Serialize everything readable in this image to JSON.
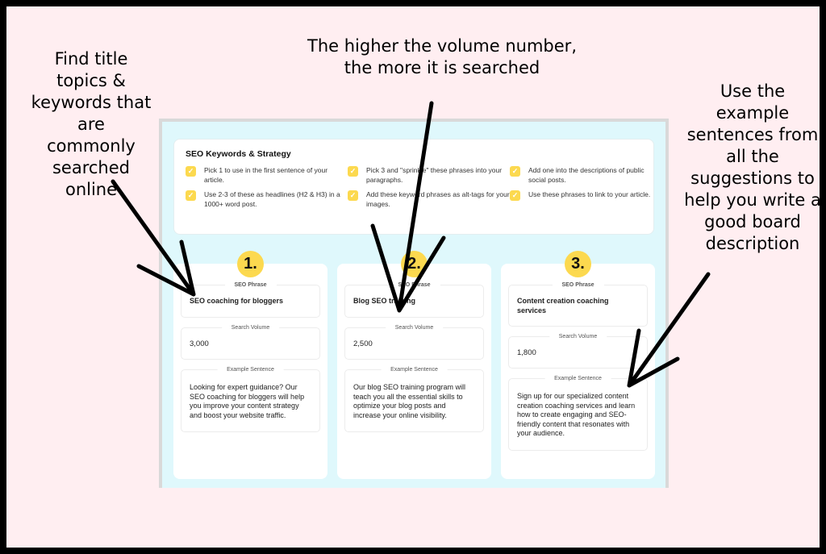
{
  "annotations": {
    "left": "Find title topics & keywords that are commonly searched online",
    "middle": "The higher the volume number, the more it is searched",
    "right": "Use the example sentences from all the suggestions to help you write a good board description"
  },
  "strategy": {
    "title": "SEO Keywords & Strategy",
    "tips": [
      "Pick 1 to use in the first sentence of your article.",
      "Pick 3 and \"sprinkle\" these phrases into your paragraphs.",
      "Add one into the descriptions of public social posts.",
      "Use 2-3 of these as headlines (H2 & H3) in a 1000+ word post.",
      "Add these keyword phrases as alt-tags for your images.",
      "Use these phrases to link to your article."
    ]
  },
  "labels": {
    "phrase": "SEO Phrase",
    "volume": "Search Volume",
    "example": "Example Sentence"
  },
  "keywords": [
    {
      "num": "1.",
      "phrase": "SEO coaching for bloggers",
      "volume": "3,000",
      "example": "Looking for expert guidance? Our SEO coaching for bloggers will help you improve your content strategy and boost your website traffic."
    },
    {
      "num": "2.",
      "phrase": "Blog SEO training",
      "volume": "2,500",
      "example": "Our blog SEO training program will teach you all the essential skills to optimize your blog posts and increase your online visibility."
    },
    {
      "num": "3.",
      "phrase": "Content creation coaching services",
      "volume": "1,800",
      "example": "Sign up for our specialized content creation coaching services and learn how to create engaging and SEO-friendly content that resonates with your audience."
    }
  ],
  "colors": {
    "badge": "#fcd94f",
    "panel": "#dff8fc",
    "background": "#ffeef1"
  }
}
